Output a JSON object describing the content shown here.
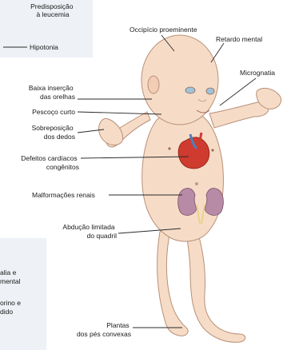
{
  "colors": {
    "skin": "#f6dcc7",
    "skin_shadow": "#e5bea4",
    "outline": "#b98f78",
    "heart_red": "#cf3b2e",
    "heart_blue": "#4f7fb6",
    "kidney": "#b78aa6",
    "left_panel": "#eef1f5"
  },
  "labels": {
    "predisposicao": [
      "Predisposição",
      "à leucemia"
    ],
    "hipotonia": "Hipotonia",
    "occipicio": "Occipício proeminente",
    "retardo": "Retardo mental",
    "micrognatia": "Micrognatia",
    "baixa_insercao": [
      "Baixa inserção",
      "das orelhas"
    ],
    "pescoco": "Pescoço curto",
    "sobreposicao": [
      "Sobreposição",
      "dos dedos"
    ],
    "defeitos": [
      "Defeitos cardíacos",
      "congênitos"
    ],
    "malformacoes": "Malformações renais",
    "abducao": [
      "Abdução limitada",
      "do quadril"
    ],
    "plantas": [
      "Plantas",
      "dos pés convexas"
    ],
    "partial_1": [
      "alia e",
      "mental"
    ],
    "partial_2": [
      "orino e",
      "dido"
    ]
  }
}
